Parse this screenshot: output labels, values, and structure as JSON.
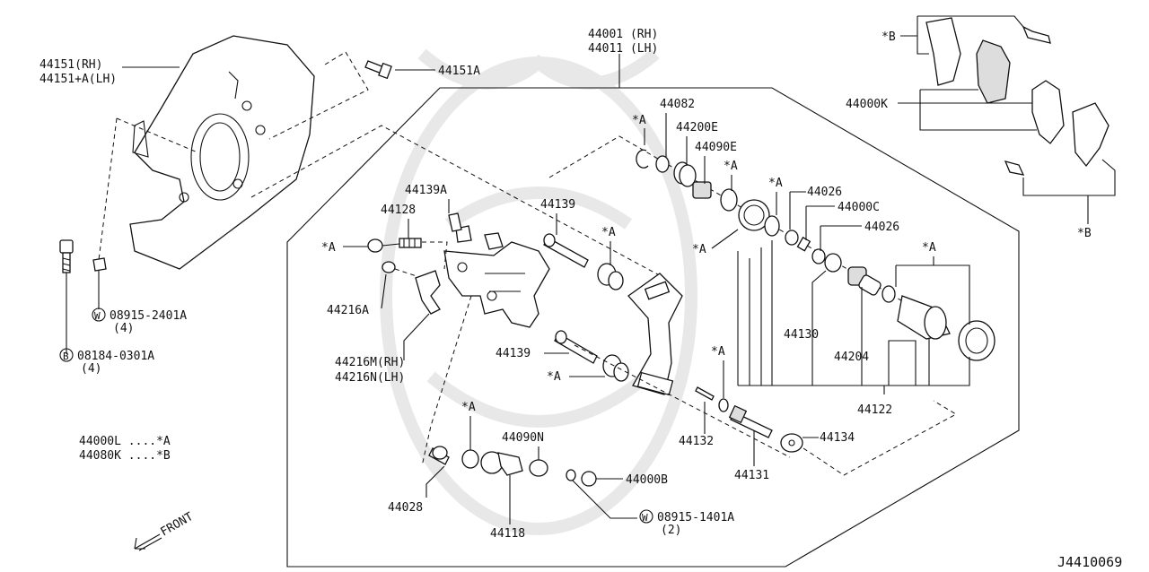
{
  "labels": {
    "backing_plate": [
      "44151(RH)",
      "44151+A(LH)"
    ],
    "bolt_44151A": "44151A",
    "caliper_assy": [
      "44001 (RH)",
      "44011 (LH)"
    ],
    "b_mark_top": "*B",
    "pad_kit": "44000K",
    "b_mark_bottom": "*B",
    "l_44082": "44082",
    "a_44082": "*A",
    "l_44200E": "44200E",
    "l_44090E": "44090E",
    "a_44090E": "*A",
    "a_seal": "*A",
    "l_44026_a": "44026",
    "a_44026": "*A",
    "l_44000C": "44000C",
    "l_44026_b": "44026",
    "a_left_seal": "*A",
    "a_piston": "*A",
    "l_44139A": "44139A",
    "l_44128": "44128",
    "a_44128": "*A",
    "l_44139_top": "44139",
    "a_44139_top": "*A",
    "l_44216A": "44216A",
    "l_44216": [
      "44216M(RH)",
      "44216N(LH)"
    ],
    "l_44139_bot": "44139",
    "a_44139_bot": "*A",
    "l_44130": "44130",
    "l_44204": "44204",
    "l_44122": "44122",
    "a_44132": "*A",
    "l_44132": "44132",
    "l_44131": "44131",
    "l_44134": "44134",
    "washer_08915_2401A": "08915-2401A",
    "washer_08915_2401A_qty": "(4)",
    "bolt_08184_0301A": "08184-0301A",
    "bolt_08184_0301A_qty": "(4)",
    "kit_legend": [
      "44000L ....*A",
      "44080K ....*B"
    ],
    "a_44028": "*A",
    "l_44028": "44028",
    "l_44090N": "44090N",
    "l_44000B": "44000B",
    "l_44118": "44118",
    "washer_08915_1401A": "08915-1401A",
    "washer_08915_1401A_qty": "(2)",
    "front": "FRONT",
    "drawing_no": "J4410069"
  },
  "symbols": {
    "W": "W",
    "B": "B"
  }
}
